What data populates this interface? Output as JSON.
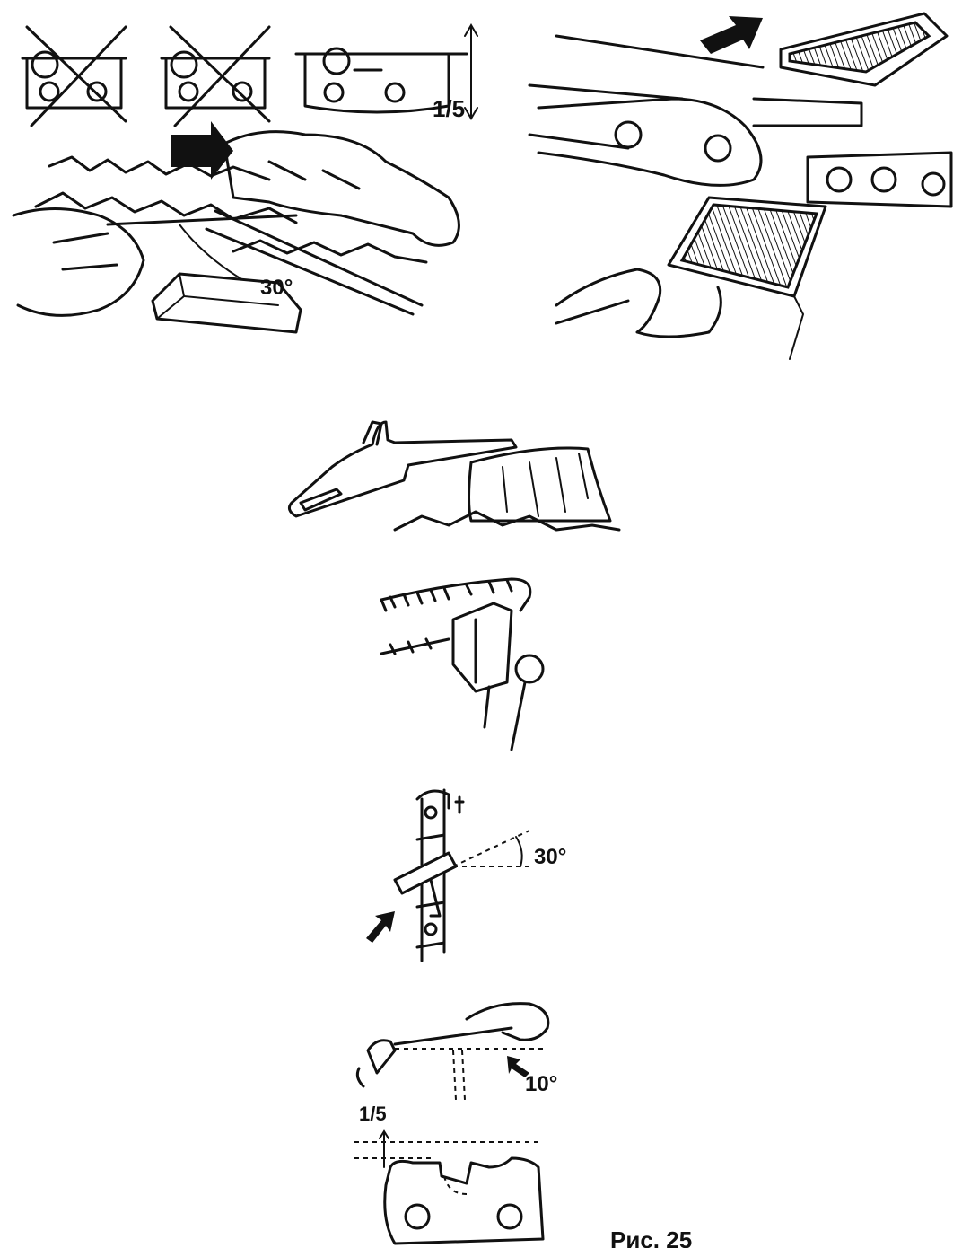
{
  "labels": {
    "fraction_top": "1/5",
    "angle_top_left": "30°",
    "angle_file": "30°",
    "angle_depth": "10°",
    "fraction_bottom": "1/5",
    "caption": "Рис. 25"
  }
}
